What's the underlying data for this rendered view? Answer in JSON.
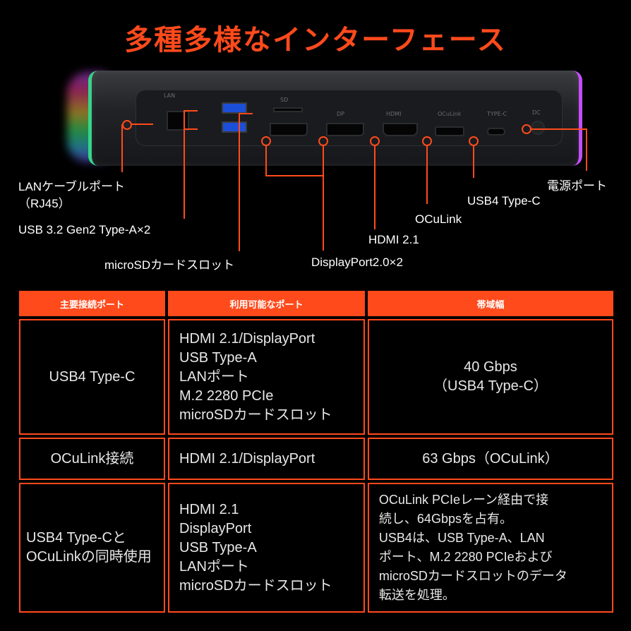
{
  "title": "多種多様なインターフェース",
  "accent_color": "#ff4a1c",
  "device_port_labels": {
    "lan": "LAN",
    "sd": "SD",
    "dp": "DP",
    "hdmi": "HDMI",
    "oculink": "OCuLink",
    "typec": "TYPE-C",
    "dc": "DC"
  },
  "callouts": {
    "lan": "LANケーブルポート",
    "lan_sub": "（RJ45）",
    "usb": "USB 3.2 Gen2 Type-A×2",
    "sd": "microSDカードスロット",
    "dp": "DisplayPort2.0×2",
    "hdmi": "HDMI 2.1",
    "oculink": "OCuLink",
    "usb4": "USB4 Type-C",
    "power": "電源ポート"
  },
  "table": {
    "headers": [
      "主要接続ポート",
      "利用可能なポート",
      "帯域幅"
    ],
    "rows": [
      {
        "port": [
          "USB4 Type-C"
        ],
        "available": [
          "HDMI 2.1/DisplayPort",
          "USB Type-A",
          "LANポート",
          "M.2 2280 PCIe",
          "microSDカードスロット"
        ],
        "bandwidth": [
          "40 Gbps",
          "（USB4 Type-C）"
        ]
      },
      {
        "port": [
          "OCuLink接続"
        ],
        "available": [
          "HDMI 2.1/DisplayPort"
        ],
        "bandwidth": [
          "63 Gbps（OCuLink）"
        ]
      },
      {
        "port": [
          "USB4 Type-Cと",
          "OCuLinkの同時使用"
        ],
        "available": [
          "HDMI 2.1",
          "DisplayPort",
          "USB Type-A",
          "LANポート",
          "microSDカードスロット"
        ],
        "bandwidth": [
          "OCuLink PCIeレーン経由で接",
          "続し、64Gbpsを占有。",
          "USB4は、USB Type-A、LAN",
          "ポート、M.2 2280 PCIeおよび",
          "microSDカードスロットのデータ",
          "転送を処理。"
        ]
      }
    ]
  }
}
